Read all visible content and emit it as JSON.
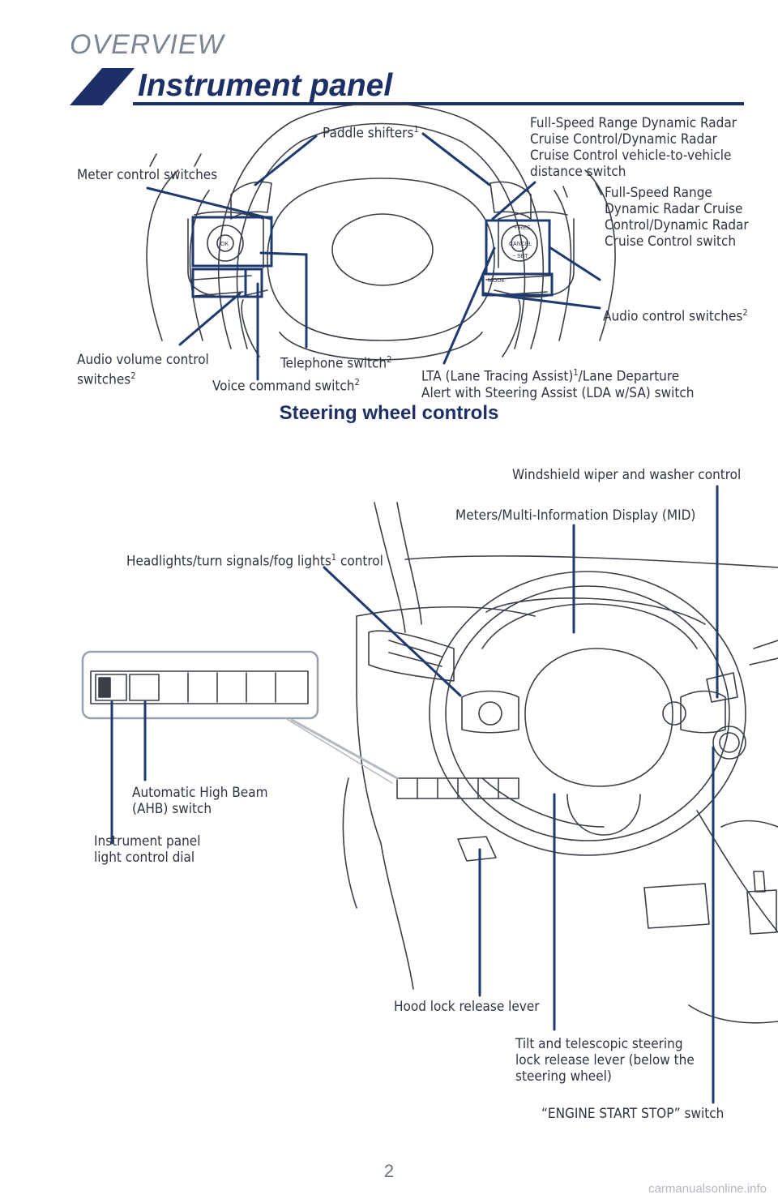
{
  "header": {
    "section": "OVERVIEW",
    "title": "Instrument panel"
  },
  "steering": {
    "heading": "Steering wheel controls",
    "callouts": {
      "paddle": {
        "text": "Paddle shifters",
        "sup": "1"
      },
      "meter": {
        "text": "Meter control switches"
      },
      "radar_distance": {
        "text": "Full-Speed Range Dynamic Radar\nCruise Control/Dynamic Radar\nCruise Control vehicle-to-vehicle\ndistance switch"
      },
      "radar_switch": {
        "text": "Full-Speed Range\nDynamic Radar Cruise\nControl/Dynamic Radar\nCruise Control switch"
      },
      "audio_control": {
        "text": "Audio control switches",
        "sup": "2"
      },
      "audio_volume": {
        "text": "Audio volume control\nswitches",
        "sup": "2"
      },
      "telephone": {
        "text": "Telephone switch",
        "sup": "2"
      },
      "voice": {
        "text": "Voice command switch",
        "sup": "2"
      },
      "lta_a": {
        "text": "LTA (Lane Tracing Assist)",
        "sup": "1"
      },
      "lta_b": {
        "text": "/Lane Departure\nAlert with Steering Assist (LDA w/SA) switch"
      }
    },
    "button_labels": {
      "ok": "OK",
      "res": "+ RES",
      "cancel": "CANCEL",
      "set": "− SET",
      "mode": "MODE"
    }
  },
  "dashboard": {
    "callouts": {
      "wiper": {
        "text": "Windshield wiper and washer control"
      },
      "mid": {
        "text": "Meters/Multi-Information Display (MID)"
      },
      "headlights_a": {
        "text": "Headlights/turn signals/fog lights",
        "sup": "1"
      },
      "headlights_b": {
        "text": " control"
      },
      "ahb": {
        "text": "Automatic High Beam\n(AHB) switch"
      },
      "dial": {
        "text": "Instrument panel\nlight control dial"
      },
      "hood": {
        "text": "Hood lock release lever"
      },
      "tilt": {
        "text": "Tilt and telescopic steering\nlock release lever (below the\nsteering wheel)"
      },
      "engine": {
        "text": "“ENGINE START STOP” switch"
      }
    }
  },
  "footer": {
    "page_number": "2",
    "watermark": "carmanualsonline.info"
  },
  "colors": {
    "accent_navy": "#1c2f66",
    "leader_blue": "#1f3a6e",
    "line_art": "#3a3f48"
  },
  "icons": {
    "header_stripe": "navy-parallelogram",
    "ahb_icon": "auto-high-beam-icon",
    "dial_icon": "illumination-dial-icon"
  }
}
